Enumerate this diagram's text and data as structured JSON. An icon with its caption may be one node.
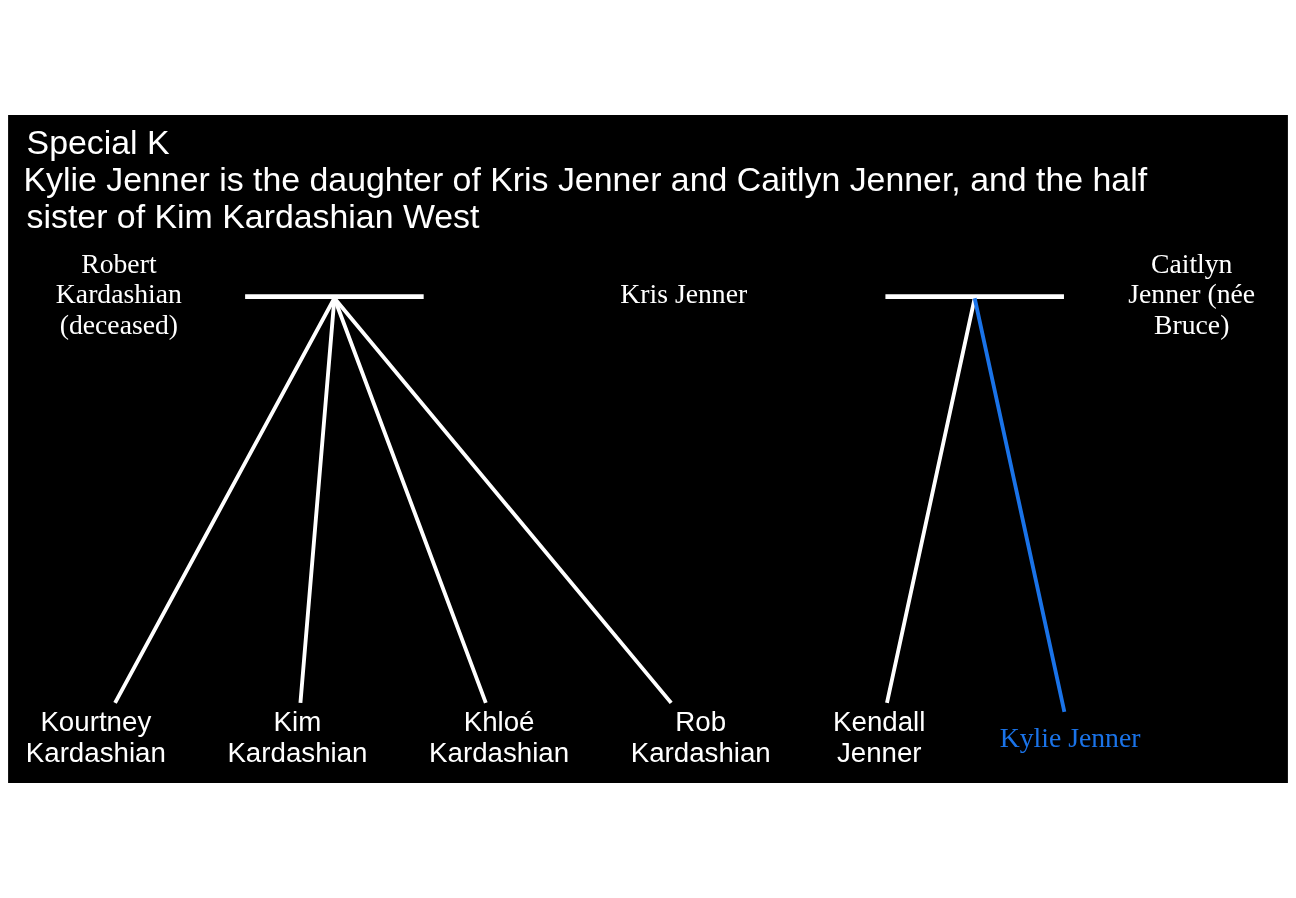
{
  "diagram": {
    "title": "Special K",
    "caption": "Kylie Jenner is the daughter of Kris Jenner and Caitlyn Jenner, and the half sister of Kim Kardashian West",
    "nodes": [
      {
        "text": [
          "Robert Kardashian (deceased)"
        ]
      },
      {
        "text": [],
        "shape": "bar"
      },
      {
        "text": [
          "Kris Jenner"
        ]
      },
      {
        "text": [],
        "shape": "bar"
      },
      {
        "text": [
          "Caitlyn Jenner (née Bruce)"
        ]
      },
      {
        "text": [
          "Kourtney Kardashian"
        ]
      },
      {
        "text": [
          "Kim Kardashian"
        ]
      },
      {
        "text": [
          "Khloé Kardashian"
        ]
      },
      {
        "text": [
          "Rob Kardashian"
        ]
      },
      {
        "text": [
          "Kendall Jenner"
        ]
      },
      {
        "text": [
          "Kylie Jenner"
        ]
      }
    ],
    "edges": [
      {
        "from": 1,
        "to": 5,
        "arrow": "none"
      },
      {
        "from": 1,
        "to": 6,
        "arrow": "none"
      },
      {
        "from": 1,
        "to": 7,
        "arrow": "none"
      },
      {
        "from": 1,
        "to": 8,
        "arrow": "none"
      },
      {
        "from": 3,
        "to": 9,
        "arrow": "none"
      },
      {
        "from": 3,
        "to": 10,
        "arrow": "none",
        "color": "#1a73e8"
      }
    ]
  }
}
